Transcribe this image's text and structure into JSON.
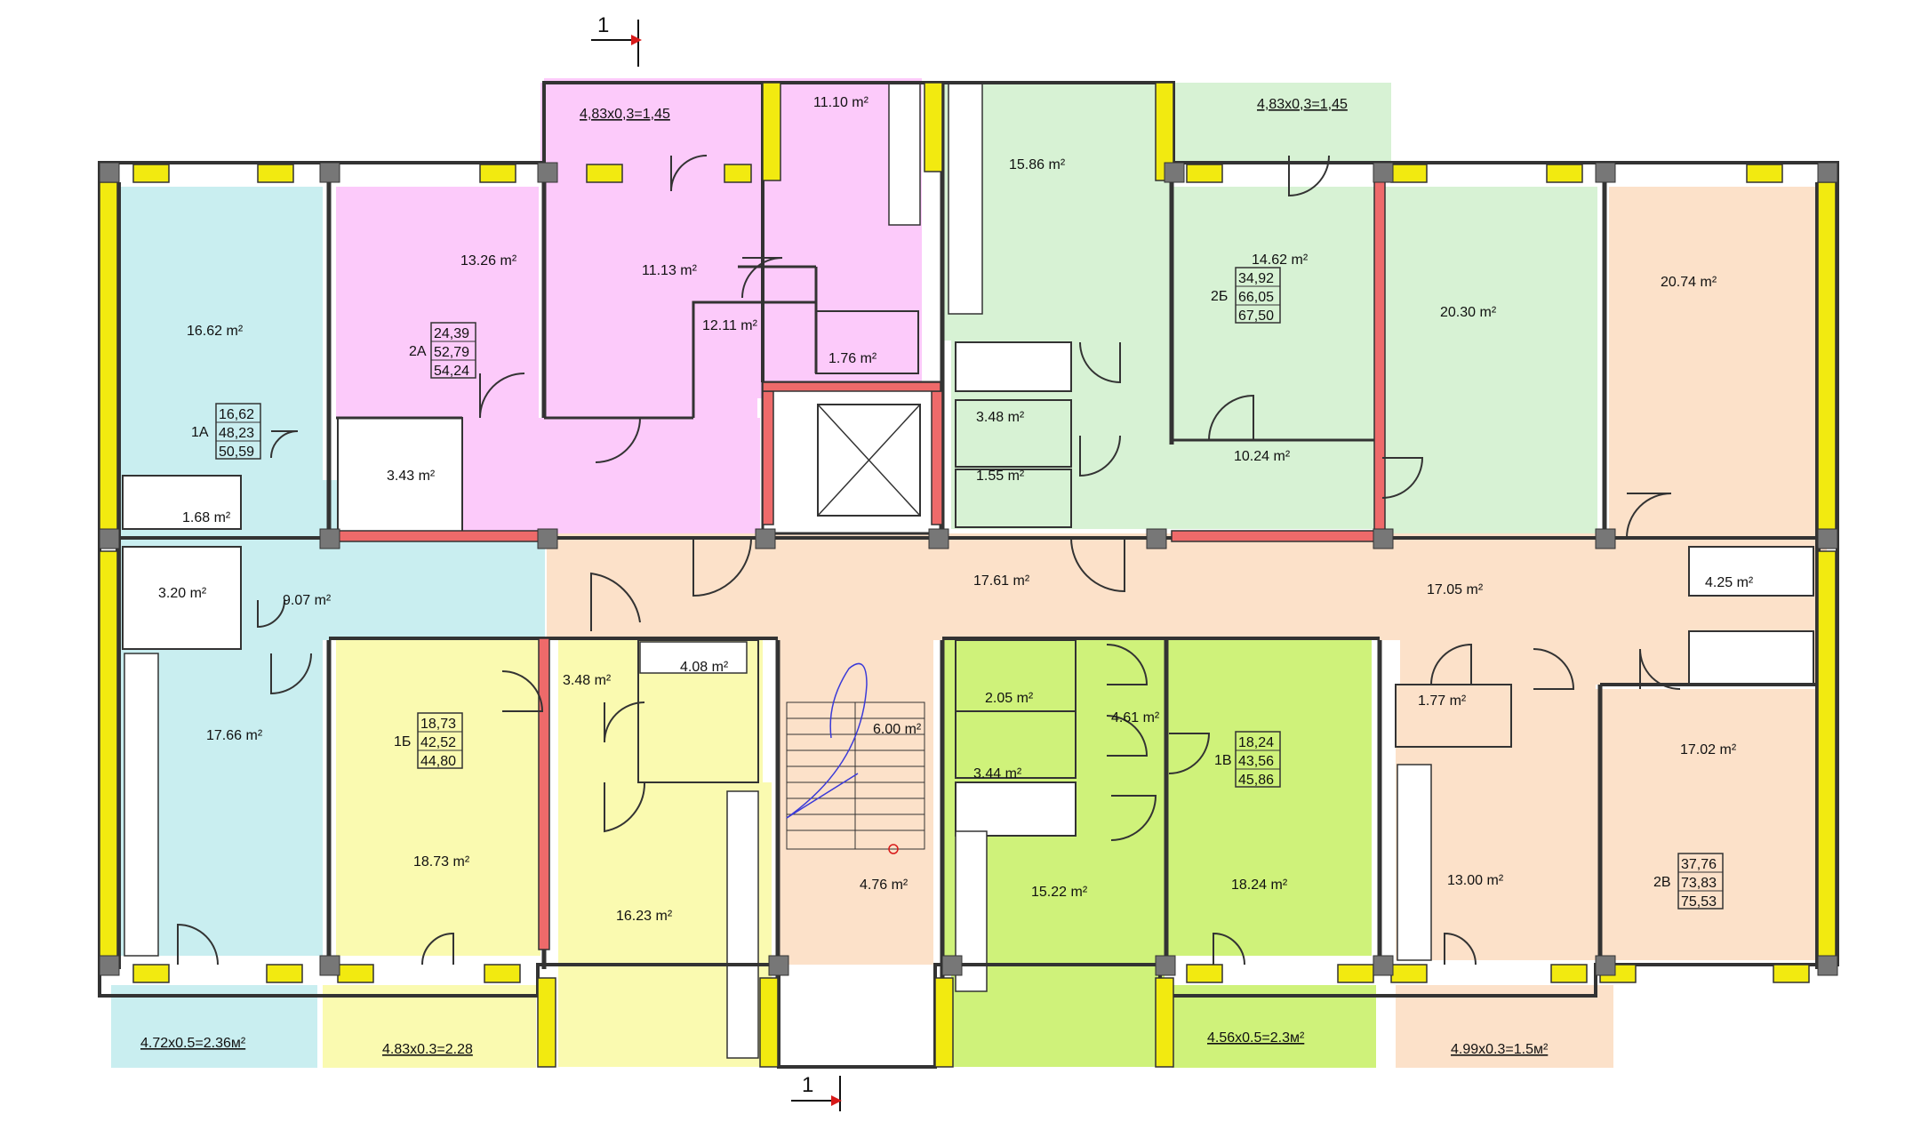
{
  "section_markers": [
    {
      "label": "1"
    },
    {
      "label": "1"
    }
  ],
  "balconies": [
    {
      "id": "balcony-top-left",
      "label": "4,83x0,3=1,45"
    },
    {
      "id": "balcony-top-right",
      "label": "4,83x0,3=1,45"
    },
    {
      "id": "balcony-bottom-1",
      "label": "4.72x0.5=2.36м²"
    },
    {
      "id": "balcony-bottom-2",
      "label": "4.83x0.3=2.28"
    },
    {
      "id": "balcony-bottom-3",
      "label": "4.56x0.5=2.3м²"
    },
    {
      "id": "balcony-bottom-4",
      "label": "4.99x0.3=1.5м²"
    }
  ],
  "rooms": [
    {
      "id": "r-16-62",
      "area": "16.62 m²"
    },
    {
      "id": "r-13-26",
      "area": "13.26 m²"
    },
    {
      "id": "r-11-13",
      "area": "11.13 m²"
    },
    {
      "id": "r-11-10",
      "area": "11.10 m²"
    },
    {
      "id": "r-12-11",
      "area": "12.11 m²"
    },
    {
      "id": "r-1-76",
      "area": "1.76 m²"
    },
    {
      "id": "r-3-43",
      "area": "3.43 m²"
    },
    {
      "id": "r-1-68",
      "area": "1.68 m²"
    },
    {
      "id": "r-3-20",
      "area": "3.20 m²"
    },
    {
      "id": "r-9-07",
      "area": "9.07 m²"
    },
    {
      "id": "r-17-66",
      "area": "17.66 m²"
    },
    {
      "id": "r-18-73",
      "area": "18.73 m²"
    },
    {
      "id": "r-3-48-b",
      "area": "3.48 m²"
    },
    {
      "id": "r-4-08",
      "area": "4.08 m²"
    },
    {
      "id": "r-16-23",
      "area": "16.23 m²"
    },
    {
      "id": "r-6-00",
      "area": "6.00 m²"
    },
    {
      "id": "r-4-76",
      "area": "4.76 m²"
    },
    {
      "id": "r-17-61",
      "area": "17.61 m²"
    },
    {
      "id": "r-15-86",
      "area": "15.86 m²"
    },
    {
      "id": "r-3-48-s",
      "area": "3.48 m²"
    },
    {
      "id": "r-1-55",
      "area": "1.55 m²"
    },
    {
      "id": "r-14-62",
      "area": "14.62 m²"
    },
    {
      "id": "r-20-30",
      "area": "20.30 m²"
    },
    {
      "id": "r-10-24",
      "area": "10.24 m²"
    },
    {
      "id": "r-20-74",
      "area": "20.74 m²"
    },
    {
      "id": "r-17-05",
      "area": "17.05 m²"
    },
    {
      "id": "r-4-25",
      "area": "4.25 m²"
    },
    {
      "id": "r-2-05",
      "area": "2.05 m²"
    },
    {
      "id": "r-3-44",
      "area": "3.44 m²"
    },
    {
      "id": "r-4-61",
      "area": "4.61 m²"
    },
    {
      "id": "r-15-22",
      "area": "15.22 m²"
    },
    {
      "id": "r-18-24",
      "area": "18.24 m²"
    },
    {
      "id": "r-1-77",
      "area": "1.77 m²"
    },
    {
      "id": "r-13-00",
      "area": "13.00 m²"
    },
    {
      "id": "r-17-02",
      "area": "17.02 m²"
    }
  ],
  "apartments": [
    {
      "id": "apt-1A",
      "name": "1А",
      "living": "16,62",
      "total": "48,23",
      "gross": "50,59"
    },
    {
      "id": "apt-2A",
      "name": "2А",
      "living": "24,39",
      "total": "52,79",
      "gross": "54,24"
    },
    {
      "id": "apt-1B",
      "name": "1Б",
      "living": "18,73",
      "total": "42,52",
      "gross": "44,80"
    },
    {
      "id": "apt-2B",
      "name": "2Б",
      "living": "34,92",
      "total": "66,05",
      "gross": "67,50"
    },
    {
      "id": "apt-1V",
      "name": "1В",
      "living": "18,24",
      "total": "43,56",
      "gross": "45,86"
    },
    {
      "id": "apt-2V",
      "name": "2В",
      "living": "37,76",
      "total": "73,83",
      "gross": "75,53"
    }
  ],
  "colors": {
    "apt_1A": "#c9eef0",
    "apt_2A": "#fccafa",
    "apt_1B": "#fafab0",
    "apt_2B": "#d7f2d4",
    "apt_1V": "#cff27a",
    "apt_2V": "#fce1c9",
    "corridor": "#fce1c9",
    "wall": "#333333",
    "window_pier": "#f2ea10",
    "partition_red": "#ee6a6a",
    "marker_red": "#d81a1a"
  }
}
